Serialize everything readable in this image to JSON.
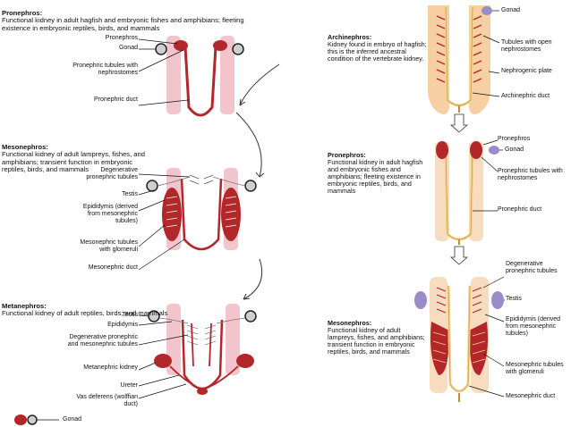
{
  "left_panel": {
    "pronephros": {
      "title": "Pronephros:",
      "desc": "Functional kidney in adult hagfish and embryonic fishes and amphibians; fleeting existence in embryonic reptiles, birds, and mammals",
      "labels": [
        "Pronephros",
        "Gonad",
        "Pronephric tubules with nephrostomes",
        "Pronephric duct"
      ]
    },
    "mesonephros": {
      "title": "Mesonephros:",
      "desc": "Functional kidney of adult lampreys, fishes, and amphibians; transient function in embryonic reptiles, birds, and mammals",
      "labels": [
        "Degenerative pronephric tubules",
        "Testis",
        "Epididymis (derived from mesonephric tubules)",
        "Mesonephric tubules with glomeruli",
        "Mesonephric duct"
      ]
    },
    "metanephros": {
      "title": "Metanephros:",
      "desc": "Functional kidney of adult reptiles, birds, and mammals",
      "labels": [
        "Testis",
        "Epididymis",
        "Degenerative pronephric and mesonephric tubules",
        "Metanephric kidney",
        "Ureter",
        "Vas deferens (wolffian duct)"
      ]
    },
    "legend": {
      "gonad": "Gonad"
    }
  },
  "right_panel": {
    "archinephros": {
      "title": "Archinephros:",
      "desc": "Kidney found in embryo of hagfish; this is the inferred ancestral condition of the vertebrate kidney.",
      "labels": [
        "Gonad",
        "Tubules with open nephrostomes",
        "Nephrogenic plate",
        "Archinephric duct"
      ]
    },
    "pronephros": {
      "title": "Pronephros:",
      "desc": "Functional kidney in adult hagfish and embryonic fishes and amphibians; fleeting existence in embryonic reptiles, birds, and mammals",
      "labels": [
        "Pronephros",
        "Gonad",
        "Pronephric tubules with nephrostomes",
        "Pronephric duct"
      ]
    },
    "mesonephros": {
      "title": "Mesonephros:",
      "desc": "Functional kidney of adult lampreys, fishes, and amphibians; transient function in embryonic reptiles, birds, and mammals",
      "labels": [
        "Degenerative pronephric tubules",
        "Testis",
        "Epididymis (derived from mesonephric tubules)",
        "Mesonephric tubules with glomeruli",
        "Mesonephric duct"
      ]
    }
  },
  "colors": {
    "kidney_red": "#b3262a",
    "tissue_pink": "#f2c4cc",
    "plate_peach": "#f6cfa2",
    "duct_yellow": "#f3d48a",
    "gonad_purple": "#9a8bc9"
  }
}
